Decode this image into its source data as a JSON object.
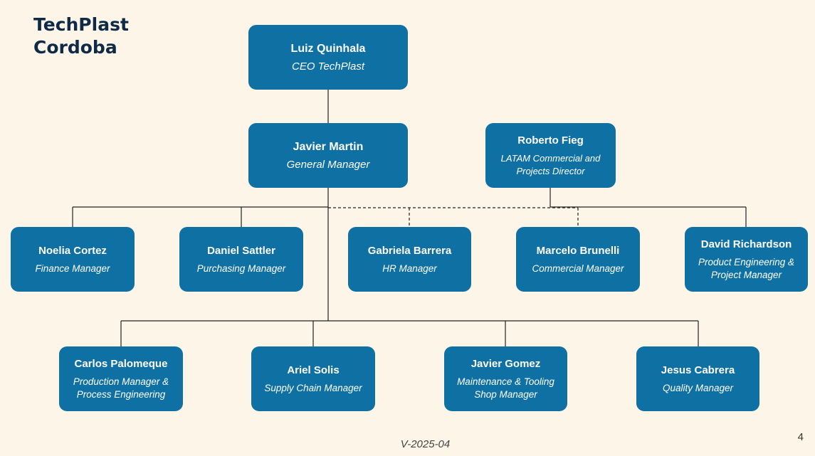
{
  "title": {
    "line1": "TechPlast",
    "line2": "Cordoba"
  },
  "nodes": {
    "ceo": {
      "name": "Luiz Quinhala",
      "role": "CEO TechPlast"
    },
    "gm": {
      "name": "Javier Martin",
      "role": "General Manager"
    },
    "latam": {
      "name": "Roberto Fieg",
      "role": "LATAM Commercial and Projects Director"
    },
    "finance": {
      "name": "Noelia Cortez",
      "role": "Finance Manager"
    },
    "purchasing": {
      "name": "Daniel Sattler",
      "role": "Purchasing Manager"
    },
    "hr": {
      "name": "Gabriela Barrera",
      "role": "HR Manager"
    },
    "commercial": {
      "name": "Marcelo Brunelli",
      "role": "Commercial Manager"
    },
    "product": {
      "name": "David Richardson",
      "role": "Product Engineering & Project Manager"
    },
    "production": {
      "name": "Carlos Palomeque",
      "role": "Production Manager & Process Engineering"
    },
    "supply": {
      "name": "Ariel Solis",
      "role": "Supply Chain Manager"
    },
    "maintenance": {
      "name": "Javier Gomez",
      "role": "Maintenance & Tooling Shop Manager"
    },
    "quality": {
      "name": "Jesus Cabrera",
      "role": "Quality Manager"
    }
  },
  "footer": {
    "version": "V-2025-04"
  },
  "page_number": "4",
  "colors": {
    "background": "#fdf6e8",
    "node_fill": "#0f71a3",
    "node_text": "#ffffff",
    "title": "#0e2a47"
  }
}
